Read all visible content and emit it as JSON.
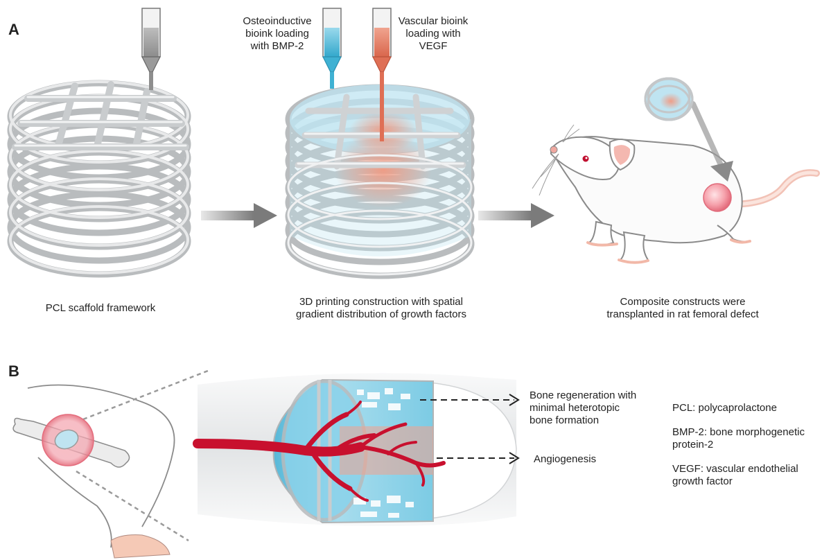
{
  "panels": {
    "a": {
      "label": "A",
      "caption_scaffold": "PCL scaffold framework",
      "caption_printing": "3D printing construction with spatial\ngradient distribution of growth factors",
      "caption_transplant": "Composite constructs were\ntransplanted in rat femoral defect",
      "nozzle_blue_label": "Osteoinductive\nbioink loading\nwith BMP-2",
      "nozzle_red_label": "Vascular bioink\nloading with\nVEGF"
    },
    "b": {
      "label": "B",
      "annotation_bone": "Bone regeneration with\nminimal heterotopic\nbone formation",
      "annotation_angio": "Angiogenesis"
    }
  },
  "legend": [
    {
      "text": "PCL:  polycaprolactone"
    },
    {
      "text": "BMP-2: bone morphogenetic\nprotein-2"
    },
    {
      "text": "VEGF: vascular endothelial\ngrowth factor"
    }
  ],
  "colors": {
    "pcl_gray": "#c9ccce",
    "bioink_blue": "#4bb9d6",
    "bioink_red": "#e07a62",
    "vessel_red": "#c8102e",
    "arrow_gray": "#8a8a8a"
  }
}
